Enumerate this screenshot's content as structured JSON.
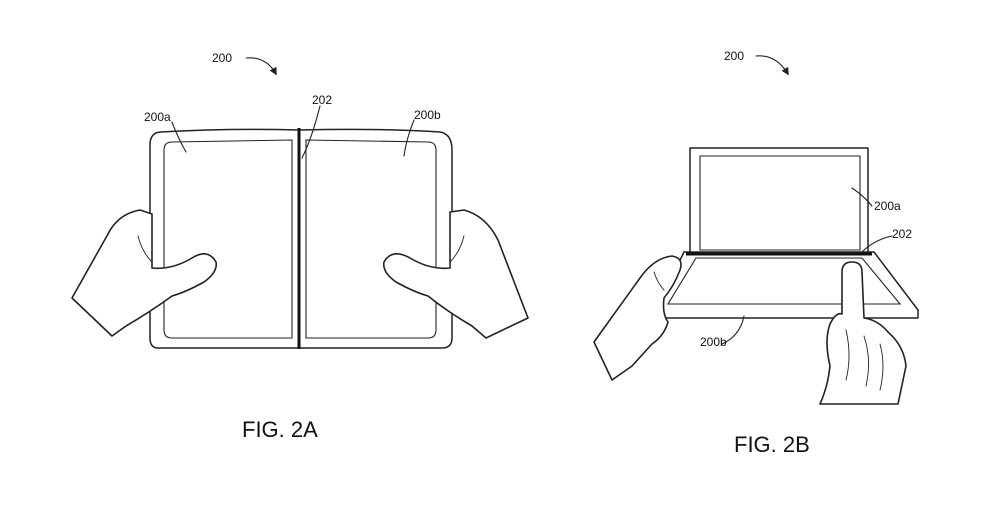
{
  "figures": [
    {
      "caption": "FIG. 2A",
      "labels": {
        "device": "200",
        "left_panel": "200a",
        "hinge": "202",
        "right_panel": "200b"
      }
    },
    {
      "caption": "FIG. 2B",
      "labels": {
        "device": "200",
        "upper_panel": "200a",
        "hinge": "202",
        "lower_panel": "200b"
      }
    }
  ]
}
